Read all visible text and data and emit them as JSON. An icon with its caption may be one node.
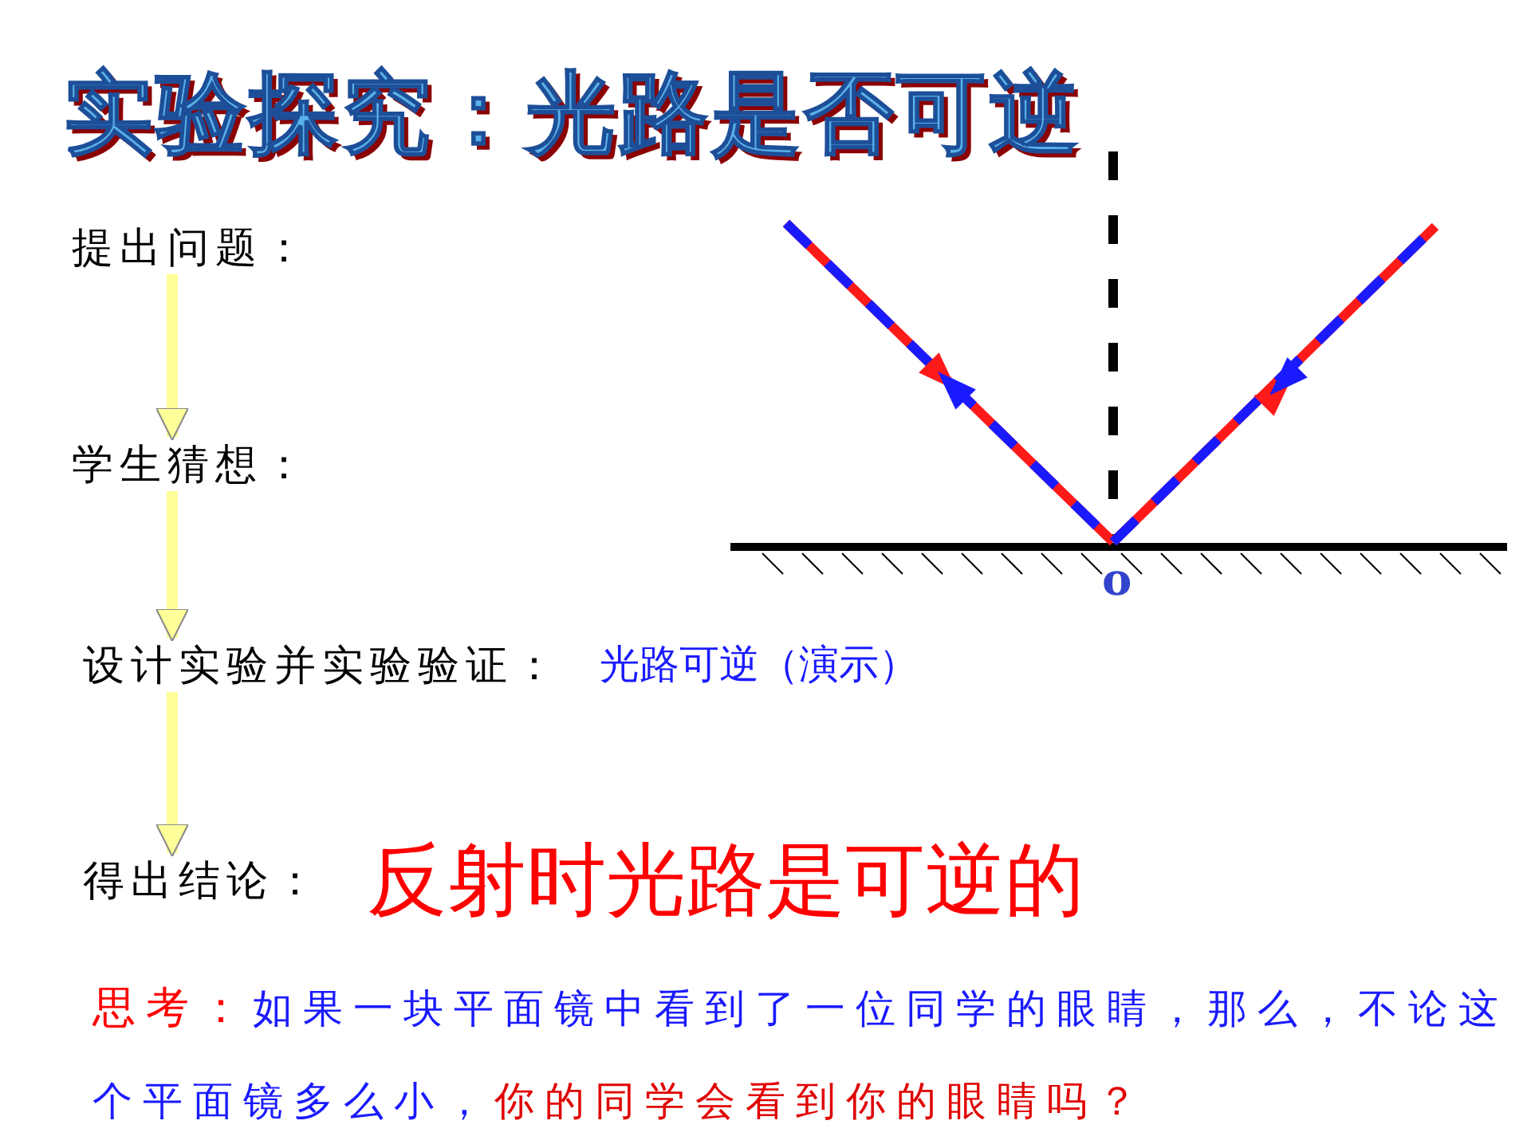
{
  "diagram": {
    "title": "实验探究：光路是否可逆",
    "nodes": [
      {
        "text": [
          "提出问题："
        ]
      },
      {
        "text": [
          "学生猜想："
        ]
      },
      {
        "text": [
          "设计实验并实验验证："
        ],
        "beside": [
          "光路可逆（演示）"
        ]
      },
      {
        "text": [
          "得出结论："
        ],
        "beside": [
          "反射时光路是可逆的"
        ]
      }
    ],
    "edges": [
      {
        "from": 0,
        "to": 1,
        "arrow": "to"
      },
      {
        "from": 1,
        "to": 2,
        "arrow": "to"
      },
      {
        "from": 2,
        "to": 3,
        "arrow": "to"
      }
    ],
    "labels": [
      "o",
      "思考：",
      "如果一块平面镜中看到了一位同学的眼睛，那么，不论这个平面镜多么小，",
      "你的同学会看到你的眼睛吗？"
    ]
  }
}
